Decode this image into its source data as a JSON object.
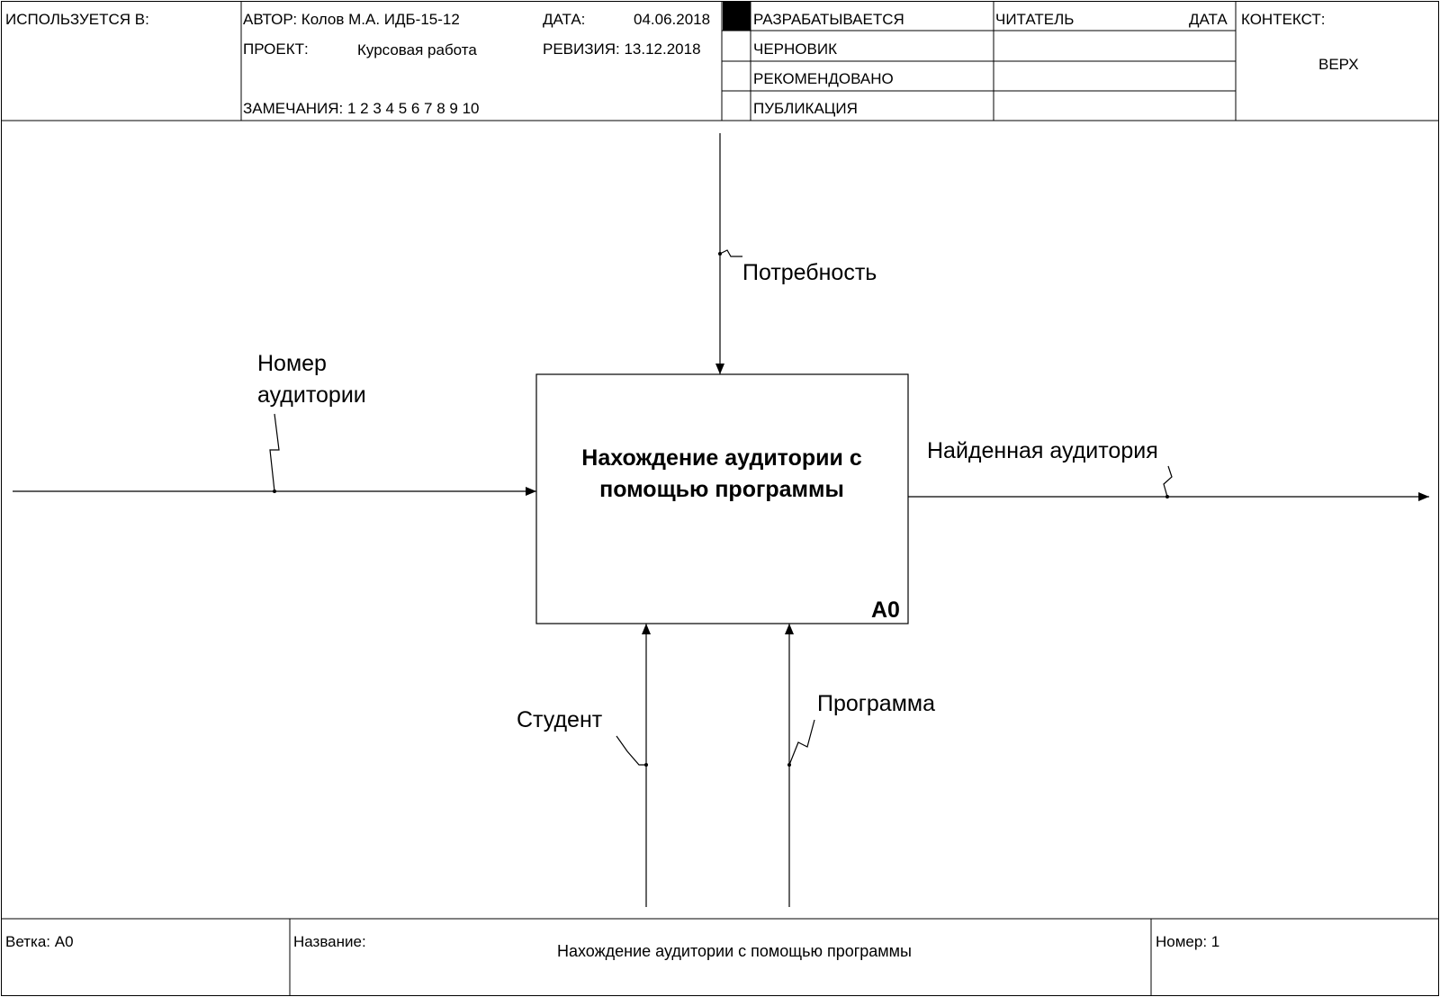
{
  "header": {
    "used_in_label": "ИСПОЛЬЗУЕТСЯ В:",
    "author": "АВТОР: Колов М.А. ИДБ-15-12",
    "project_label": "ПРОЕКТ:",
    "project_value": "Курсовая работа",
    "notes": "ЗАМЕЧАНИЯ: 1 2 3 4 5 6 7 8 9 10",
    "date_label": "ДАТА:",
    "date_value": "04.06.2018",
    "revision": "РЕВИЗИЯ: 13.12.2018",
    "status_items": [
      "РАЗРАБАТЫВАЕТСЯ",
      "ЧЕРНОВИК",
      "РЕКОМЕНДОВАНО",
      "ПУБЛИКАЦИЯ"
    ],
    "status_selected_index": 0,
    "reader_label": "ЧИТАТЕЛЬ",
    "reader_date_label": "ДАТА",
    "context_label": "КОНТЕКСТ:",
    "context_value": "ВЕРХ"
  },
  "diagram": {
    "activity": {
      "title": "Нахождение аудитории с помощью программы",
      "number": "A0"
    },
    "arrows": {
      "control": "Потребность",
      "input": "Номер аудитории",
      "output": "Найденная аудитория",
      "mechanism_1": "Студент",
      "mechanism_2": "Программа"
    }
  },
  "footer": {
    "branch": "Ветка: A0",
    "title_label": "Название:",
    "title_value": "Нахождение аудитории с помощью программы",
    "number": "Номер: 1"
  }
}
